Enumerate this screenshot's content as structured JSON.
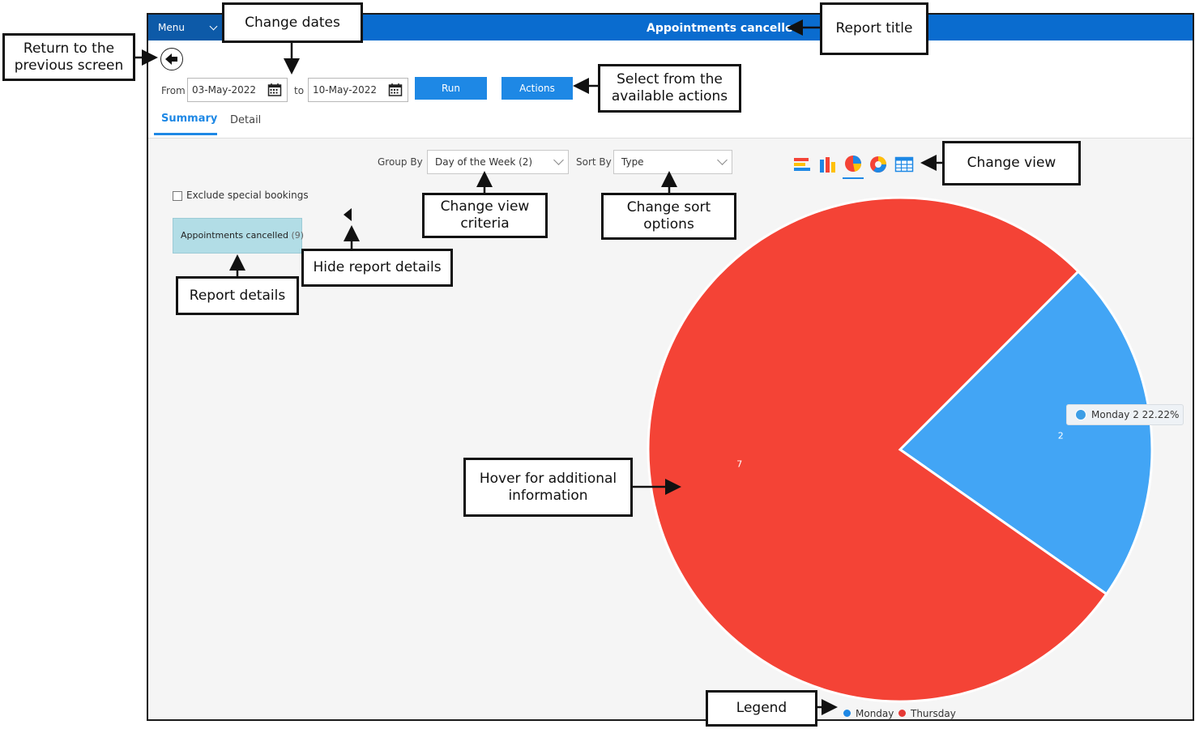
{
  "app": {
    "menu_label": "Menu",
    "report_title": "Appointments cancelled"
  },
  "toolbar": {
    "from_label": "From",
    "from_date": "03-May-2022",
    "to_label": "to",
    "to_date": "10-May-2022",
    "run_label": "Run",
    "actions_label": "Actions"
  },
  "tabs": [
    {
      "label": "Summary",
      "active": true
    },
    {
      "label": "Detail",
      "active": false
    }
  ],
  "filters": {
    "group_by_label": "Group By",
    "group_by_value": "Day of the Week (2)",
    "sort_by_label": "Sort By",
    "sort_by_value": "Type"
  },
  "sidebar": {
    "exclude_label": "Exclude special bookings",
    "exclude_checked": false,
    "report_item_label": "Appointments cancelled",
    "report_item_count": "(9)"
  },
  "view_icons": [
    "horizontal-bar-chart-icon",
    "vertical-bar-chart-icon",
    "pie-chart-icon",
    "donut-chart-icon",
    "table-icon"
  ],
  "active_view": "pie-chart-icon",
  "tooltip": {
    "text": "Monday 2 22.22%"
  },
  "chart_data": {
    "type": "pie",
    "categories": [
      "Monday",
      "Thursday"
    ],
    "values": [
      2,
      7
    ],
    "labels": [
      "2",
      "7"
    ],
    "colors": [
      "#42a5f5",
      "#f44336"
    ],
    "legend_position": "bottom-center"
  },
  "legend": [
    {
      "label": "Monday",
      "color": "#1e88e5"
    },
    {
      "label": "Thursday",
      "color": "#e53935"
    }
  ],
  "annotations": {
    "return": "Return to the\nprevious screen",
    "change_dates": "Change dates",
    "report_title": "Report title",
    "select_actions": "Select from the\navailable actions",
    "change_view": "Change view",
    "change_view_criteria": "Change view\ncriteria",
    "change_sort": "Change sort\noptions",
    "hide_details": "Hide report details",
    "report_details": "Report details",
    "hover": "Hover for additional\ninformation",
    "legend": "Legend"
  }
}
